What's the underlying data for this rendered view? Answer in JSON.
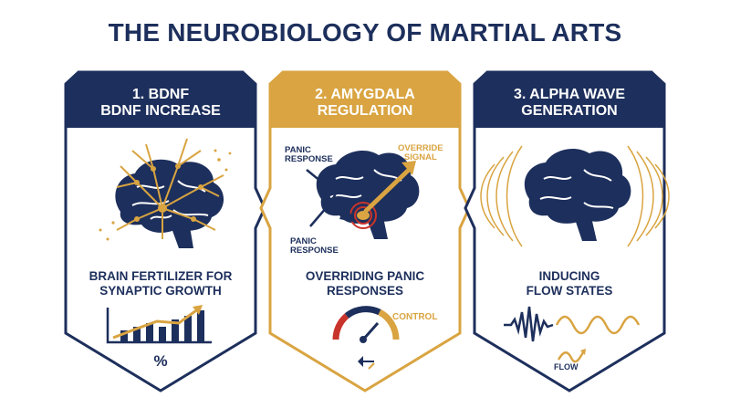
{
  "title": "THE NEUROBIOLOGY OF MARTIAL ARTS",
  "panels": [
    {
      "heading_line1": "1. BDNF",
      "heading_line2": "BDNF INCREASE",
      "caption_line1": "BRAIN FERTILIZER FOR",
      "caption_line2": "SYNAPTIC GROWTH",
      "footer_symbol": "%",
      "icons": [
        "brain-neuron-network-icon",
        "growth-bar-chart-icon"
      ]
    },
    {
      "heading_line1": "2. AMYGDALA",
      "heading_line2": "REGULATION",
      "label_panic_top_1": "PANIC",
      "label_panic_top_2": "RESPONSE",
      "label_panic_bottom_1": "PANIC",
      "label_panic_bottom_2": "RESPONSE",
      "label_override_1": "OVERRIDE",
      "label_override_2": "SIGNAL",
      "caption_line1": "OVERRIDING PANIC",
      "caption_line2": "RESPONSES",
      "gauge_label": "CONTROL",
      "icons": [
        "brain-amygdala-icon",
        "control-gauge-icon"
      ]
    },
    {
      "heading_line1": "3. ALPHA WAVE",
      "heading_line2": "GENERATION",
      "caption_line1": "INDUCING",
      "caption_line2": "FLOW STATES",
      "footer_label": "FLOW",
      "icons": [
        "brain-waves-icon",
        "alpha-wave-icon"
      ]
    }
  ],
  "colors": {
    "navy": "#1d2f5c",
    "gold": "#d9a441",
    "red": "#c8342b"
  }
}
